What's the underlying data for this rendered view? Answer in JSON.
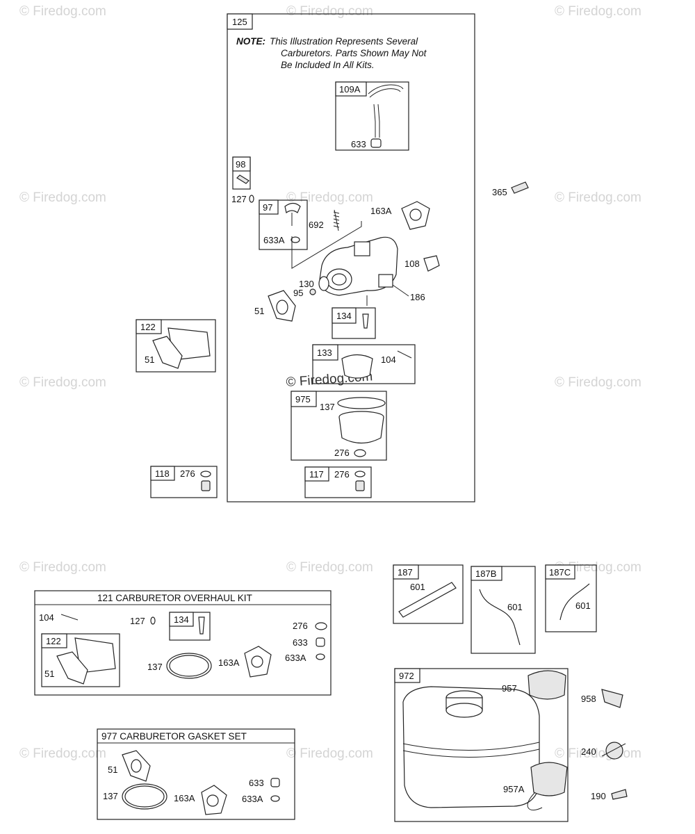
{
  "watermark": "© Firedog.com",
  "note": {
    "prefix": "NOTE:",
    "line1": "This Illustration Represents Several",
    "line2": "Carburetors. Parts Shown May Not",
    "line3": "Be Included In All Kits."
  },
  "carburetor_group": {
    "tag": "125",
    "tag_109a": "109A",
    "lbl_633": "633",
    "tag_98": "98",
    "lbl_127": "127",
    "tag_97": "97",
    "lbl_633a": "633A",
    "lbl_692": "692",
    "lbl_163a": "163A",
    "lbl_108": "108",
    "lbl_130": "130",
    "lbl_95": "95",
    "lbl_186": "186",
    "lbl_51": "51",
    "tag_134": "134",
    "tag_133": "133",
    "lbl_104": "104",
    "tag_975": "975",
    "lbl_137": "137",
    "lbl_276": "276",
    "tag_117": "117",
    "lbl_276b": "276"
  },
  "side_parts": {
    "lbl_365": "365",
    "tag_122": "122",
    "lbl_51": "51",
    "tag_118": "118",
    "lbl_276": "276"
  },
  "overhaul_kit": {
    "title": "121 CARBURETOR OVERHAUL KIT",
    "lbl_104": "104",
    "lbl_127": "127",
    "tag_134": "134",
    "lbl_276": "276",
    "lbl_633": "633",
    "lbl_633a": "633A",
    "tag_122": "122",
    "lbl_51": "51",
    "lbl_137": "137",
    "lbl_163a": "163A"
  },
  "gasket_set": {
    "title": "977 CARBURETOR GASKET SET",
    "lbl_51": "51",
    "lbl_137": "137",
    "lbl_163a": "163A",
    "lbl_633": "633",
    "lbl_633a": "633A"
  },
  "fuel_lines": {
    "tag_187": "187",
    "lbl_601a": "601",
    "tag_187b": "187B",
    "lbl_601b": "601",
    "tag_187c": "187C",
    "lbl_601c": "601"
  },
  "fuel_tank": {
    "tag": "972",
    "lbl_957": "957",
    "lbl_957a": "957A",
    "lbl_958": "958",
    "lbl_240": "240",
    "lbl_190": "190"
  }
}
